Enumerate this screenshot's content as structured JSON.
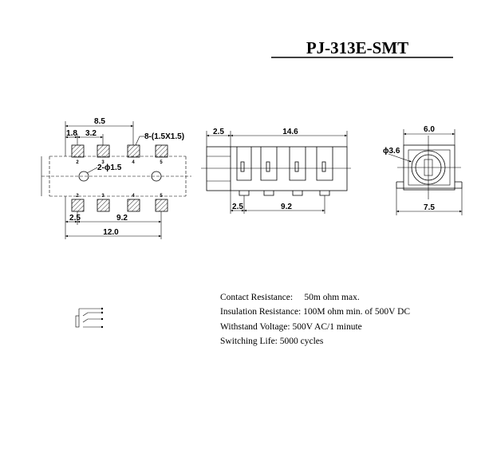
{
  "title": "PJ-313E-SMT",
  "footprint": {
    "dim_top_overall": "8.5",
    "dim_top_edge": "1.8",
    "dim_top_pitch": "3.2",
    "pad_callout": "8-(1.5X1.5)",
    "hole_callout": "2-ϕ1.5",
    "dim_bottom_edge": "2.5",
    "dim_bottom_span": "9.2",
    "dim_overall": "12.0",
    "top_pin_labels": [
      "2",
      "3",
      "4",
      "5"
    ],
    "bottom_pin_labels": [
      "2",
      "3",
      "4",
      "5"
    ]
  },
  "side_view": {
    "dim_flange": "2.5",
    "dim_length": "14.6",
    "dim_pin_offset": "2.5",
    "dim_pin_span": "9.2"
  },
  "front_view": {
    "dim_top_width": "6.0",
    "dim_bore": "ϕ3.6",
    "dim_bottom_width": "7.5"
  },
  "specs": {
    "contact_resistance": "Contact Resistance:     50m ohm max.",
    "insulation_resistance": "Insulation Resistance: 100M ohm min. of 500V DC",
    "withstand_voltage": "Withstand Voltage: 500V AC/1 minute",
    "switching_life": "Switching Life: 5000 cycles"
  }
}
